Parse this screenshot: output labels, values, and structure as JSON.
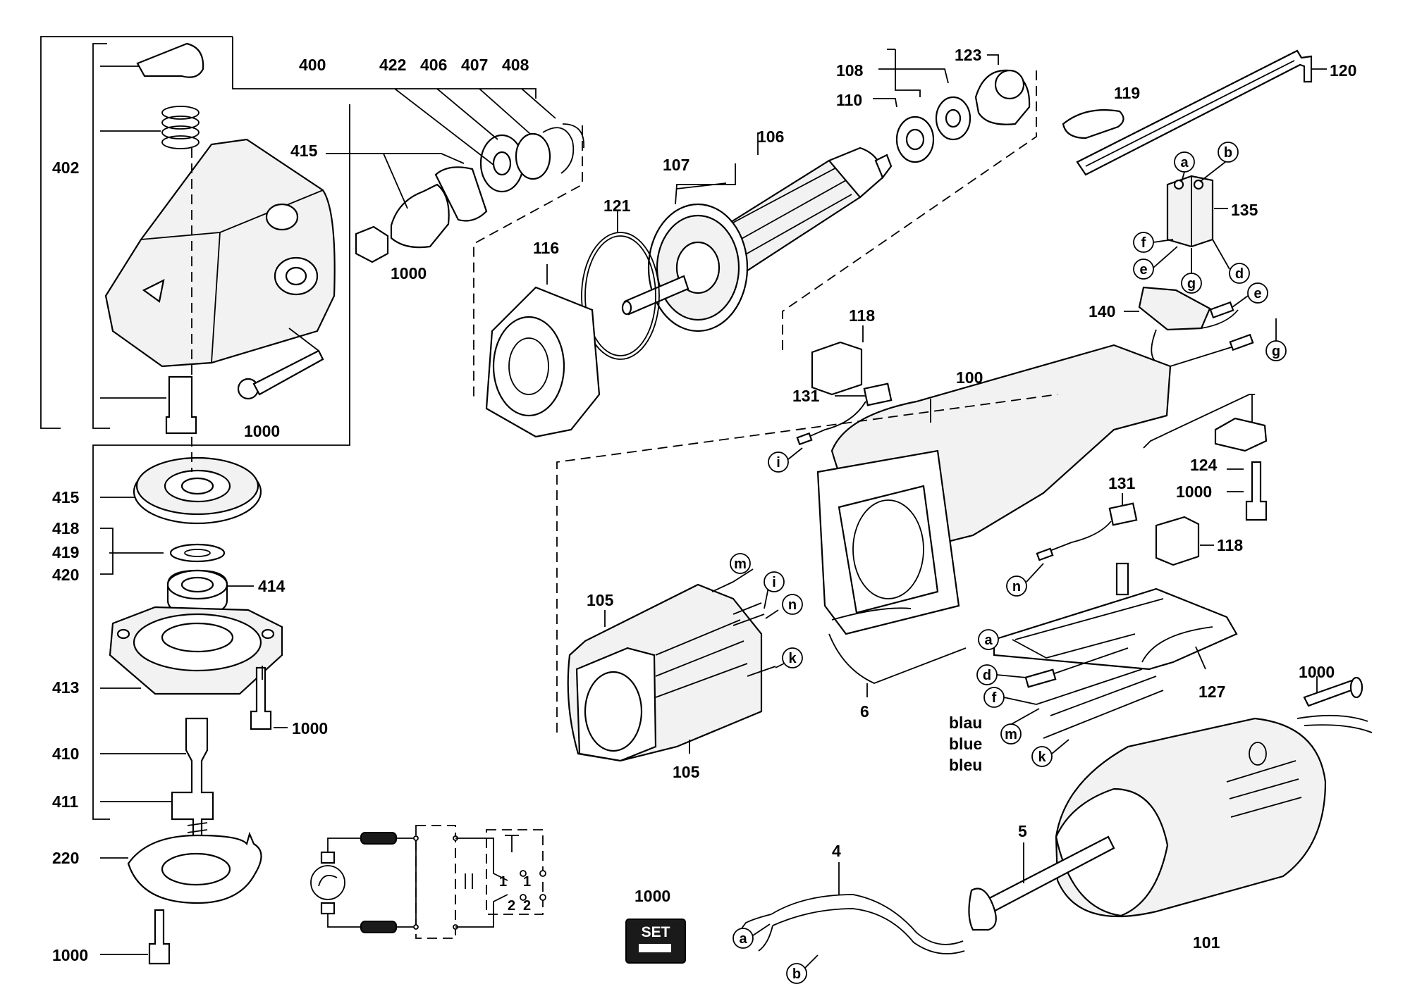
{
  "labels": {
    "l400": "400",
    "l422": "422",
    "l406": "406",
    "l407": "407",
    "l408": "408",
    "l402": "402",
    "l415a": "415",
    "l1000a": "1000",
    "l1000b": "1000",
    "l415b": "415",
    "l418": "418",
    "l419": "419",
    "l420": "420",
    "l414": "414",
    "l413": "413",
    "l1000c": "1000",
    "l410": "410",
    "l411": "411",
    "l220": "220",
    "l1000d": "1000",
    "l108": "108",
    "l123": "123",
    "l110": "110",
    "l106": "106",
    "l107": "107",
    "l121": "121",
    "l116": "116",
    "l119": "119",
    "l120": "120",
    "l135": "135",
    "l140": "140",
    "l118a": "118",
    "l131a": "131",
    "l100": "100",
    "l124": "124",
    "l1000e": "1000",
    "l131b": "131",
    "l118b": "118",
    "l105a": "105",
    "l105b": "105",
    "l6": "6",
    "l127": "127",
    "l1000f": "1000",
    "l5": "5",
    "l4": "4",
    "l101": "101",
    "l1000set": "1000"
  },
  "wire_colour": {
    "de": "blau",
    "en": "blue",
    "fr": "bleu"
  },
  "set_badge": "SET",
  "circled": {
    "a1": "a",
    "b1": "b",
    "f1": "f",
    "e1": "e",
    "g1": "g",
    "d1": "d",
    "e2": "e",
    "g2": "g",
    "i1": "i",
    "n1": "n",
    "m1": "m",
    "i2": "i",
    "n2": "n",
    "k1": "k",
    "a2": "a",
    "d2": "d",
    "f2": "f",
    "m2": "m",
    "k2": "k",
    "a3": "a",
    "b3": "b"
  },
  "circuit": {
    "s1": "1",
    "s1b": "1",
    "s2": "2",
    "s2b": "2"
  },
  "colors": {
    "ink": "#000000",
    "paper": "#ffffff"
  }
}
